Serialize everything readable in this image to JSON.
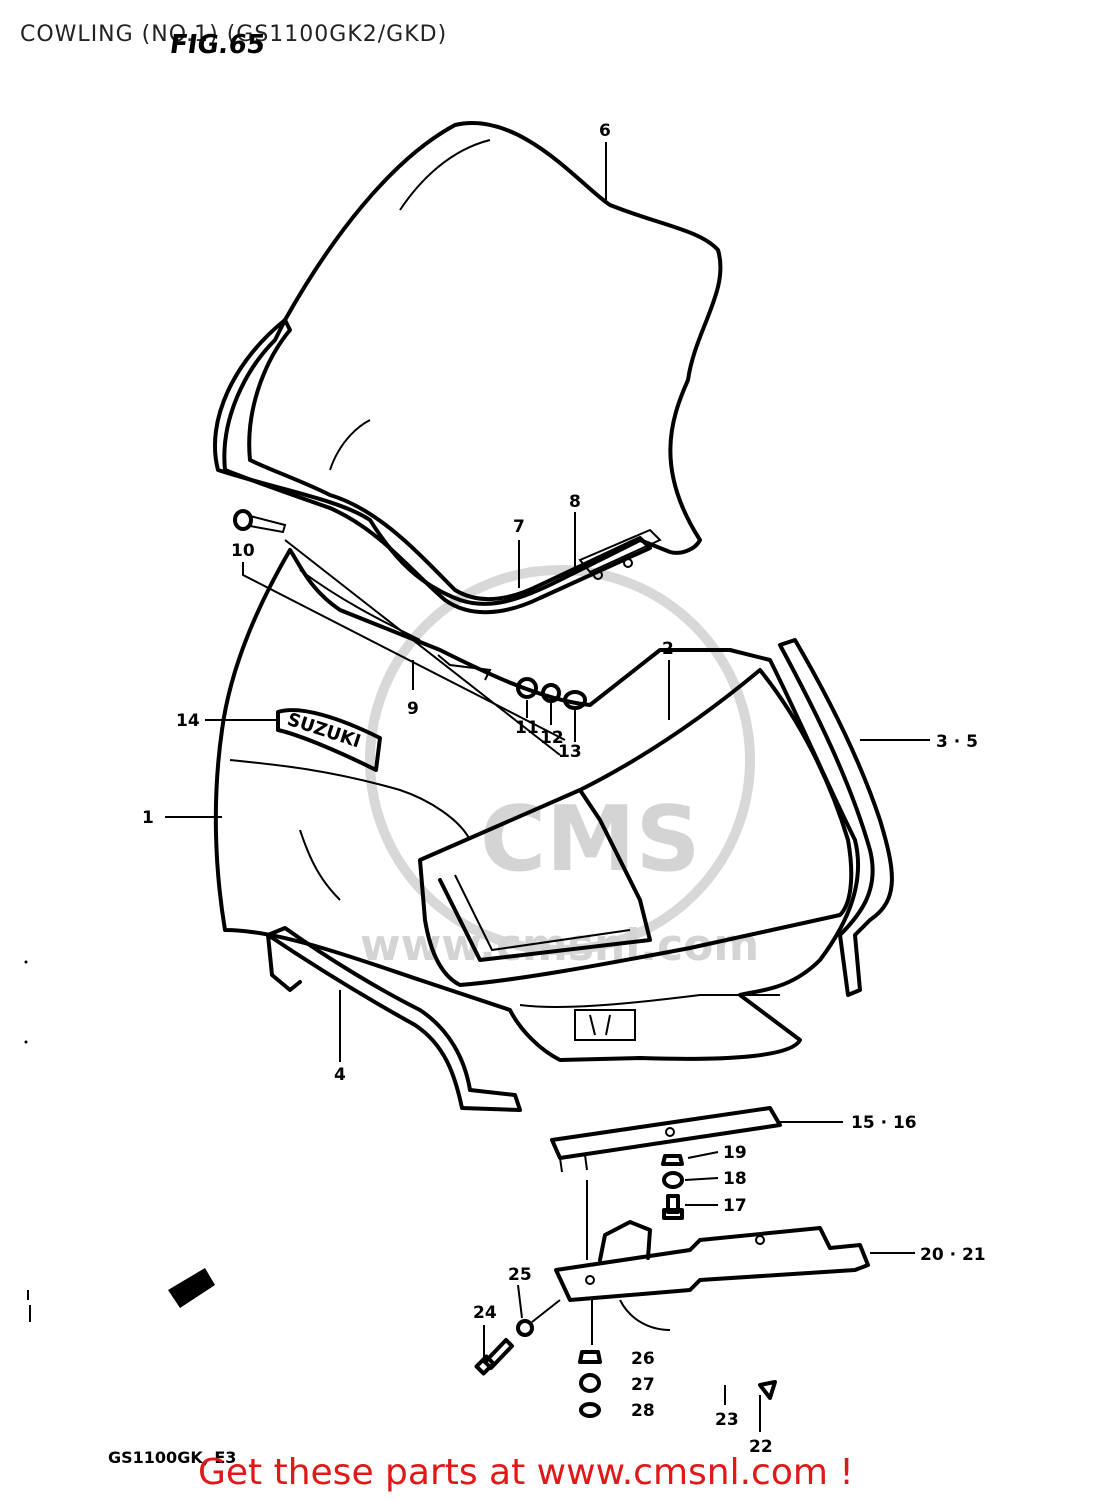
{
  "header": {
    "title": "COWLING (NO.1) (GS1100GK2/GKD)",
    "figure": "FIG.65"
  },
  "footer": {
    "model_code": "GS1100GK, E3",
    "promo": "Get these parts at www.cmsnl.com !"
  },
  "watermark": {
    "text": "CMS",
    "url_text": "www.cmsnl.com"
  },
  "callouts": {
    "c1": "1",
    "c2": "2",
    "c3_5": "3 · 5",
    "c4": "4",
    "c6": "6",
    "c7": "7",
    "c8": "8",
    "c9": "9",
    "c10": "10",
    "c11": "11",
    "c12": "12",
    "c13": "13",
    "c14": "14",
    "c15_16": "15 · 16",
    "c17": "17",
    "c18": "18",
    "c19": "19",
    "c20_21": "20 · 21",
    "c22": "22",
    "c23": "23",
    "c24": "24",
    "c25": "25",
    "c26": "26",
    "c27": "27",
    "c28": "28"
  },
  "emblem": {
    "text": "SUZUKI"
  }
}
